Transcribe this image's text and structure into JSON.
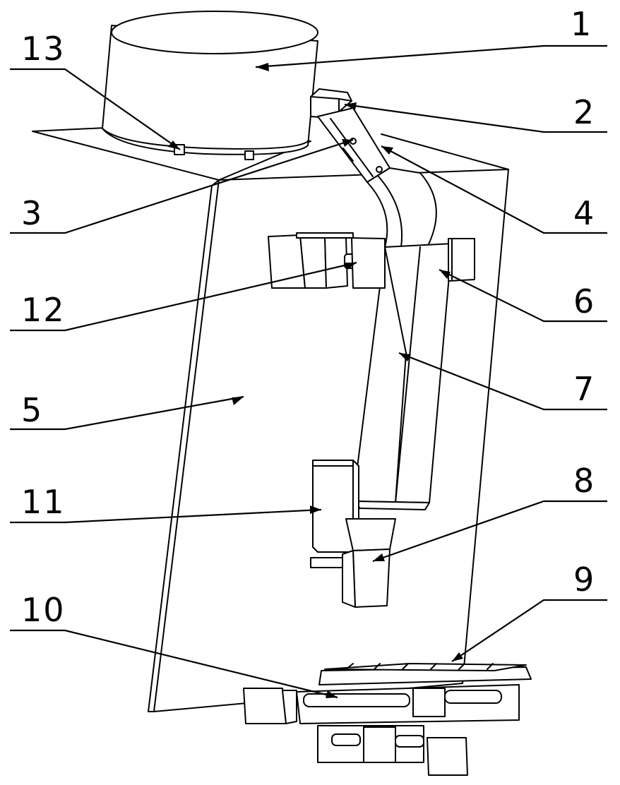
{
  "figure": {
    "labels": [
      {
        "id": "1",
        "text": "1"
      },
      {
        "id": "2",
        "text": "2"
      },
      {
        "id": "3",
        "text": "3"
      },
      {
        "id": "4",
        "text": "4"
      },
      {
        "id": "5",
        "text": "5"
      },
      {
        "id": "6",
        "text": "6"
      },
      {
        "id": "7",
        "text": "7"
      },
      {
        "id": "8",
        "text": "8"
      },
      {
        "id": "9",
        "text": "9"
      },
      {
        "id": "10",
        "text": "10"
      },
      {
        "id": "11",
        "text": "11"
      },
      {
        "id": "12",
        "text": "12"
      },
      {
        "id": "13",
        "text": "13"
      }
    ]
  }
}
